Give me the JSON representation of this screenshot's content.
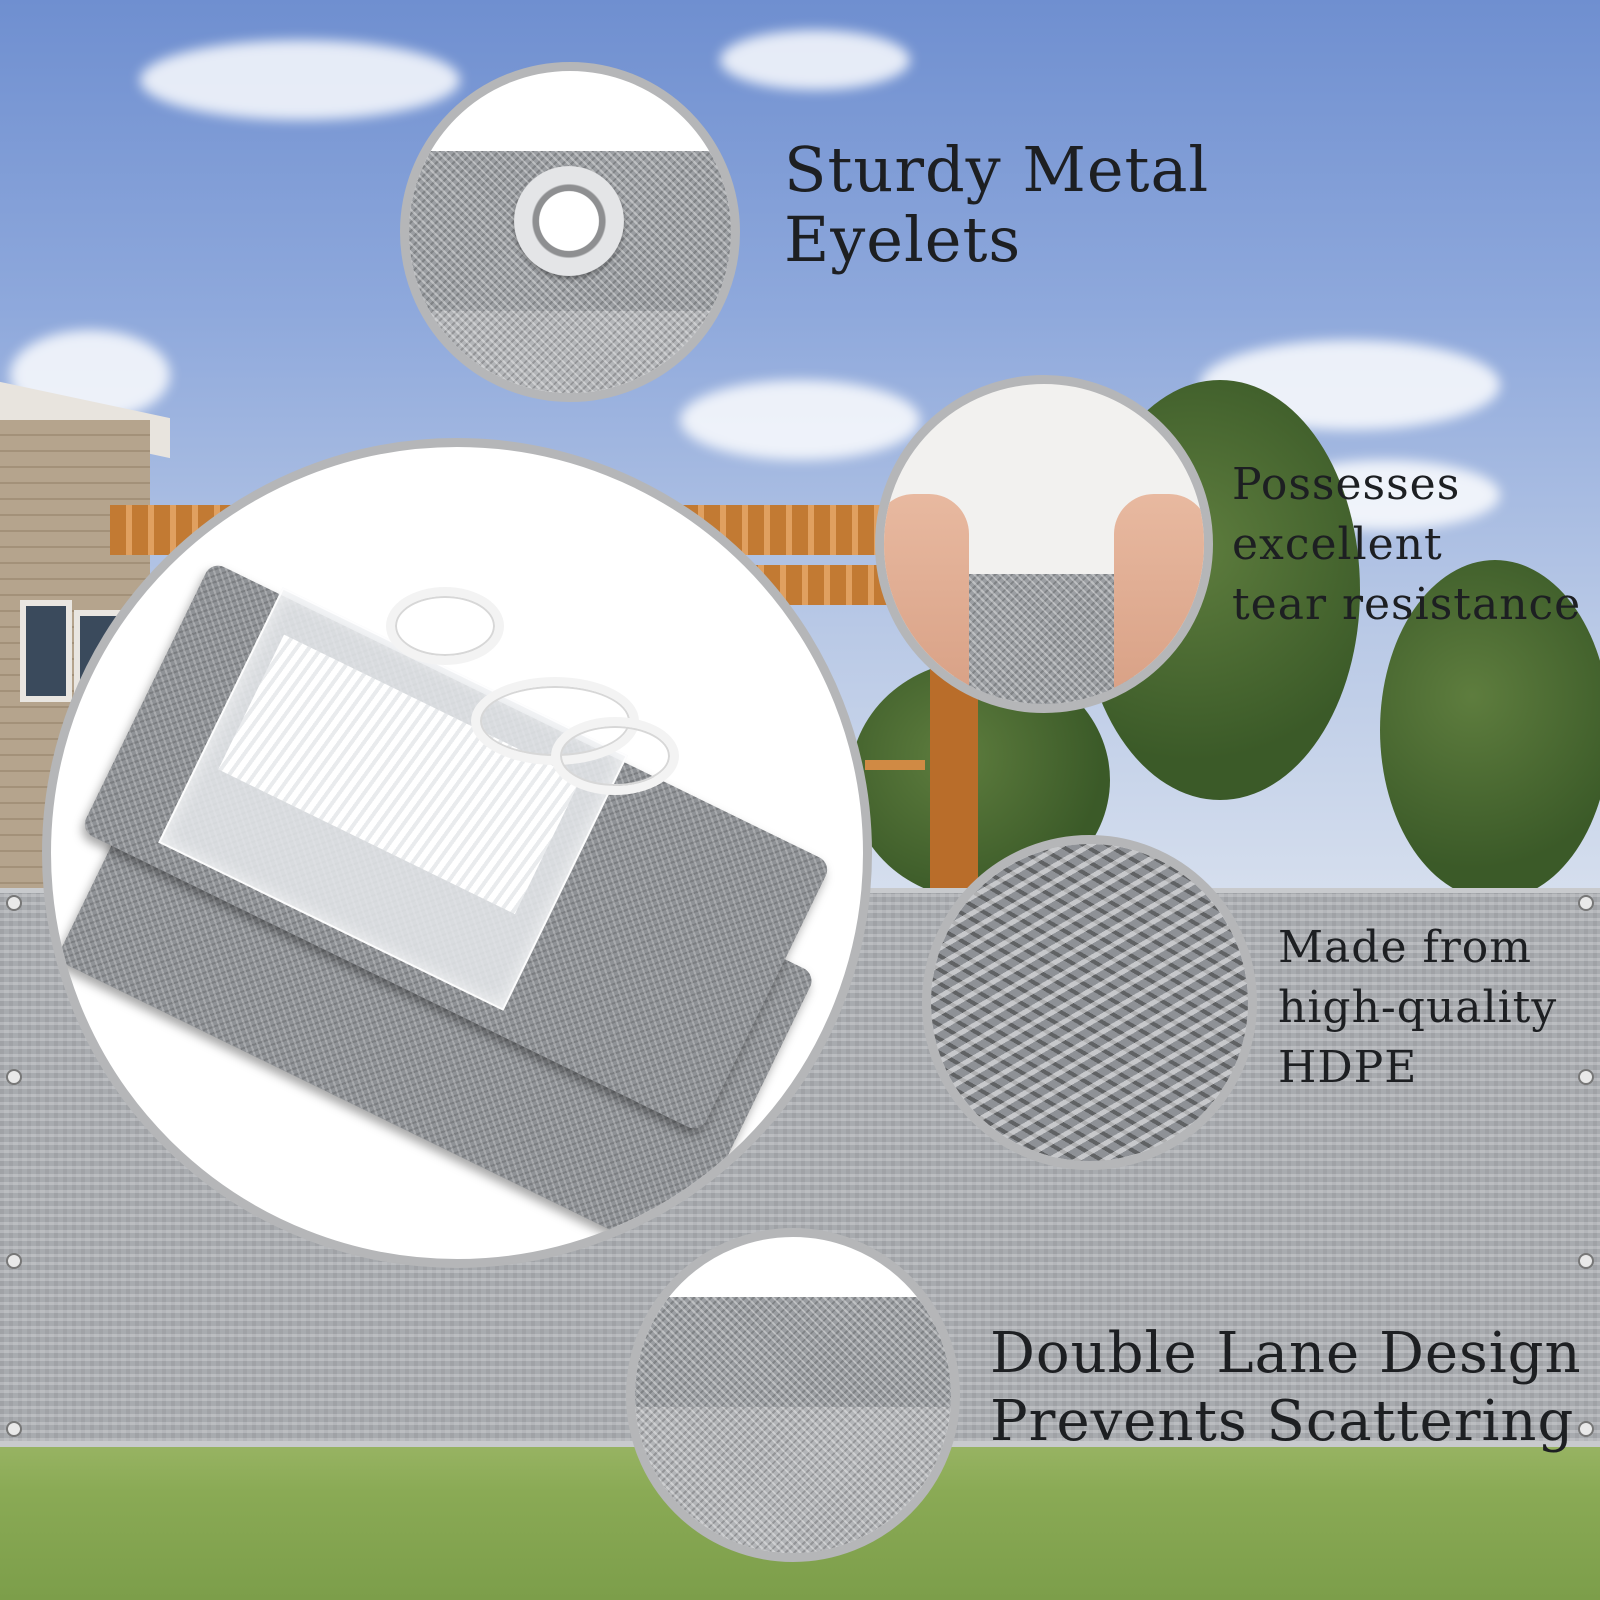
{
  "features": {
    "eyelets": "Sturdy Metal\nEyelets",
    "tear": "Possesses\nexcellent\ntear resistance",
    "hdpe": "Made from\nhigh-quality\nHDPE",
    "double_lane": "Double Lane Design\nPrevents Scattering"
  },
  "colors": {
    "border_ring": "#b5b6b8",
    "fabric_gray": "#9b9ea2",
    "text": "#1d1f22"
  }
}
